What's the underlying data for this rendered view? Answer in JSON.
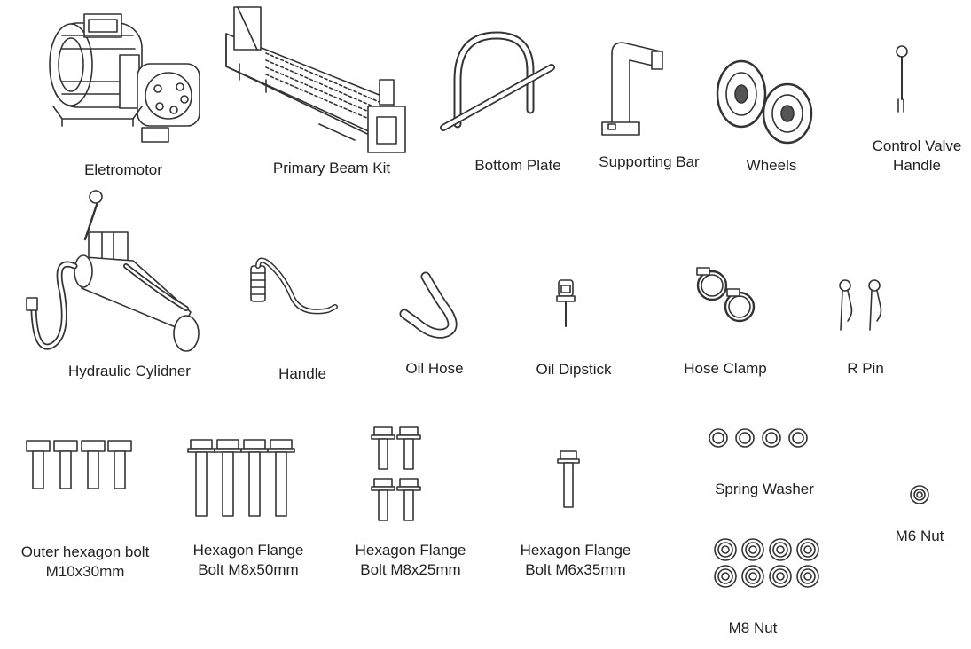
{
  "parts": {
    "eletromotor": "Eletromotor",
    "primary_beam_kit": "Primary Beam Kit",
    "bottom_plate": "Bottom Plate",
    "supporting_bar": "Supporting Bar",
    "wheels": "Wheels",
    "control_valve_handle": [
      "Control Valve",
      "Handle"
    ],
    "hydraulic_cylinder": "Hydraulic Cylidner",
    "handle": "Handle",
    "oil_hose": "Oil Hose",
    "oil_dipstick": "Oil Dipstick",
    "hose_clamp": "Hose Clamp",
    "r_pin": "R Pin",
    "outer_hexagon_bolt": [
      "Outer hexagon bolt",
      "M10x30mm"
    ],
    "flange_bolt_m8x50": [
      "Hexagon Flange",
      "Bolt M8x50mm"
    ],
    "flange_bolt_m8x25": [
      "Hexagon Flange",
      "Bolt M8x25mm"
    ],
    "flange_bolt_m6x35": [
      "Hexagon Flange",
      "Bolt M6x35mm"
    ],
    "spring_washer": "Spring Washer",
    "m6_nut": "M6 Nut",
    "m8_nut": "M8 Nut"
  },
  "colors": {
    "line": "#333333",
    "fill": "#ffffff",
    "shade": "#bdbdbd"
  }
}
